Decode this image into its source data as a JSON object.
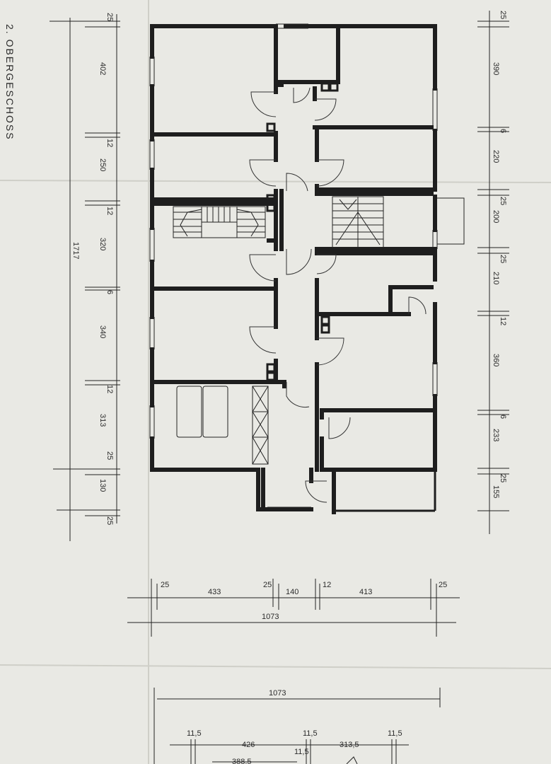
{
  "floor_label": "2. OBERGESCHOSS",
  "left_dims": [
    "25",
    "402",
    "12",
    "250",
    "12",
    "320",
    "6",
    "340",
    "12",
    "313",
    "25",
    "130",
    "25"
  ],
  "left_total": "1717",
  "right_dims": [
    "25",
    "390",
    "6",
    "220",
    "25",
    "200",
    "25",
    "210",
    "12",
    "360",
    "6",
    "233",
    "25",
    "155"
  ],
  "bottom_dims": [
    "25",
    "433",
    "25",
    "140",
    "12",
    "413",
    "25"
  ],
  "bottom_total": "1073",
  "lower_plan": {
    "total": "1073",
    "dims_row1": [
      "11,5",
      "426",
      "11,5",
      "313,5",
      "11,5"
    ],
    "dims_row2": [
      "388,5",
      "11,5"
    ]
  }
}
